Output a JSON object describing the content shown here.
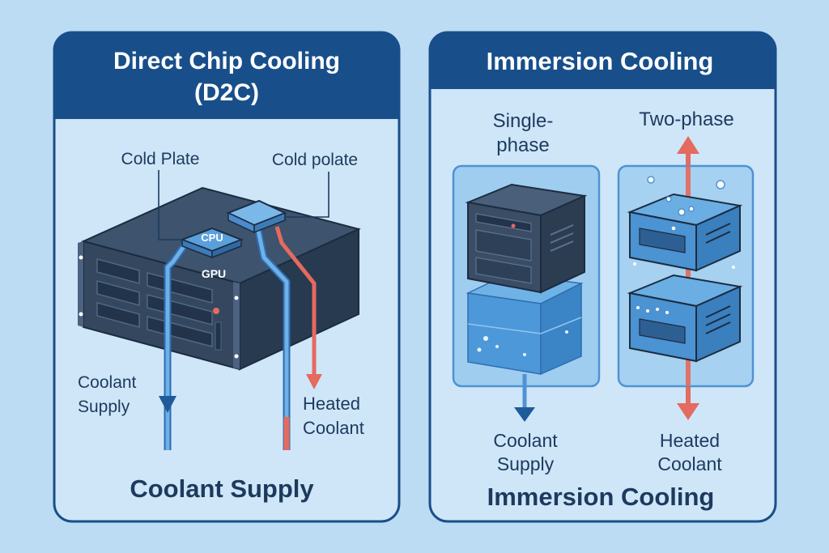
{
  "colors": {
    "background": "#bcdcf4",
    "header": "#184f8a",
    "panel_body": "#cfe6f8",
    "outline": "#184f8a",
    "server_dark": "#34475e",
    "coolant_blue": "#4e93d4",
    "heated_red": "#e56a5f",
    "text_dark": "#1d3a5e"
  },
  "left_panel": {
    "title_line1": "Direct Chip Cooling",
    "title_line2": "(D2C)",
    "label_cold_plate_1": "Cold Plate",
    "label_cold_plate_2": "Cold polate",
    "chip_cpu": "CPU",
    "chip_gpu": "GPU",
    "coolant_supply_line1": "Coolant",
    "coolant_supply_line2": "Supply",
    "heated_coolant_line1": "Heated",
    "heated_coolant_line2": "Coolant",
    "footer": "Coolant Supply"
  },
  "right_panel": {
    "title": "Immersion Cooling",
    "single_phase_line1": "Single-",
    "single_phase_line2": "phase",
    "two_phase": "Two-phase",
    "coolant_supply_line1": "Coolant",
    "coolant_supply_line2": "Supply",
    "heated_coolant_line1": "Heated",
    "heated_coolant_line2": "Coolant",
    "footer": "Immersion Cooling"
  }
}
